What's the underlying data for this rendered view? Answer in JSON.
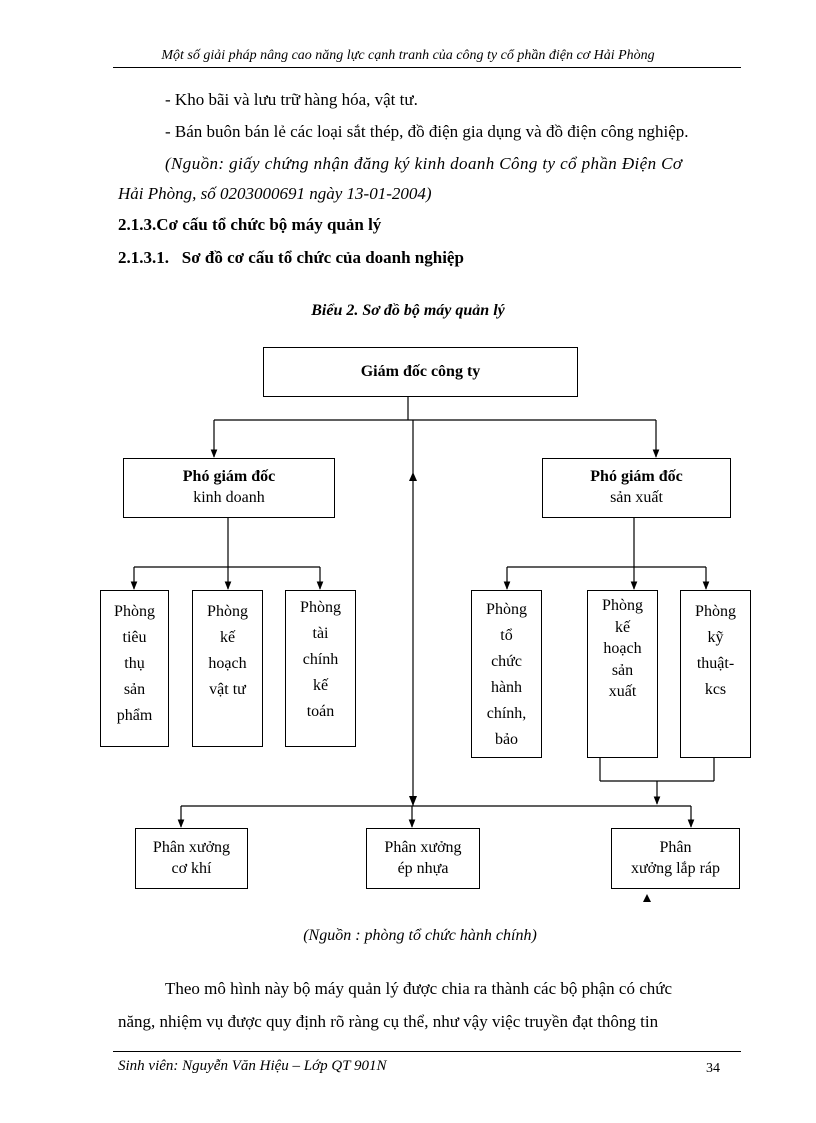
{
  "header": {
    "title": "Một số giải pháp nâng cao năng lực cạnh tranh của công ty cổ phần điện cơ Hải Phòng"
  },
  "body": {
    "bullet1": "- Kho bãi và lưu trữ hàng hóa, vật tư.",
    "bullet2": "- Bán buôn bán lẻ các loại sắt thép, đồ điện gia dụng và đồ điện công nghiệp.",
    "source_line1": "(Nguồn: giấy chứng nhận đăng ký kinh doanh Công ty cổ phần Điện Cơ",
    "source_line2": "Hải Phòng, số 0203000691 ngày 13-01-2004)",
    "heading1": "2.1.3.Cơ cấu tổ chức bộ máy quản lý",
    "heading2": "2.1.3.1.   Sơ đồ cơ cấu tổ chức của doanh nghiệp"
  },
  "diagram": {
    "caption": "Biểu 2. Sơ đồ bộ máy quản lý",
    "director": "Giám đốc công ty",
    "vp_business": {
      "title": "Phó giám đốc",
      "sub": "kinh doanh"
    },
    "vp_production": {
      "title": "Phó giám đốc",
      "sub": "sản xuất"
    },
    "dept_sales": [
      "Phòng",
      "tiêu",
      "thụ",
      "sản",
      "phẩm"
    ],
    "dept_planning_materials": [
      "Phòng",
      "kế",
      "hoạch",
      "vật tư"
    ],
    "dept_finance": [
      "Phòng",
      "tài",
      "chính",
      "kế",
      "toán"
    ],
    "dept_admin": [
      "Phòng",
      "tổ",
      "chức",
      "hành",
      "chính,",
      "bảo"
    ],
    "dept_production_planning": [
      "Phòng",
      "kế",
      "hoạch",
      "sản",
      "xuất"
    ],
    "dept_technical": [
      "Phòng",
      "kỹ",
      "thuật-",
      "kcs"
    ],
    "workshop_mechanical": [
      "Phân xưởng",
      "cơ khí"
    ],
    "workshop_plastic": [
      "Phân xưởng",
      "ép nhựa"
    ],
    "workshop_assembly": [
      "Phân",
      "xưởng lắp ráp"
    ],
    "source": "(Nguồn : phòng tổ chức hành chính)"
  },
  "paragraph": {
    "line1": "Theo mô hình này bộ máy quản lý được chia ra thành các bộ phận có chức",
    "line2": "năng, nhiệm vụ được quy định rõ ràng cụ thể, như vậy việc truyền đạt thông tin"
  },
  "footer": {
    "student": "Sinh viên: Nguyễn Văn Hiệu – Lớp QT 901N",
    "page": "34"
  }
}
